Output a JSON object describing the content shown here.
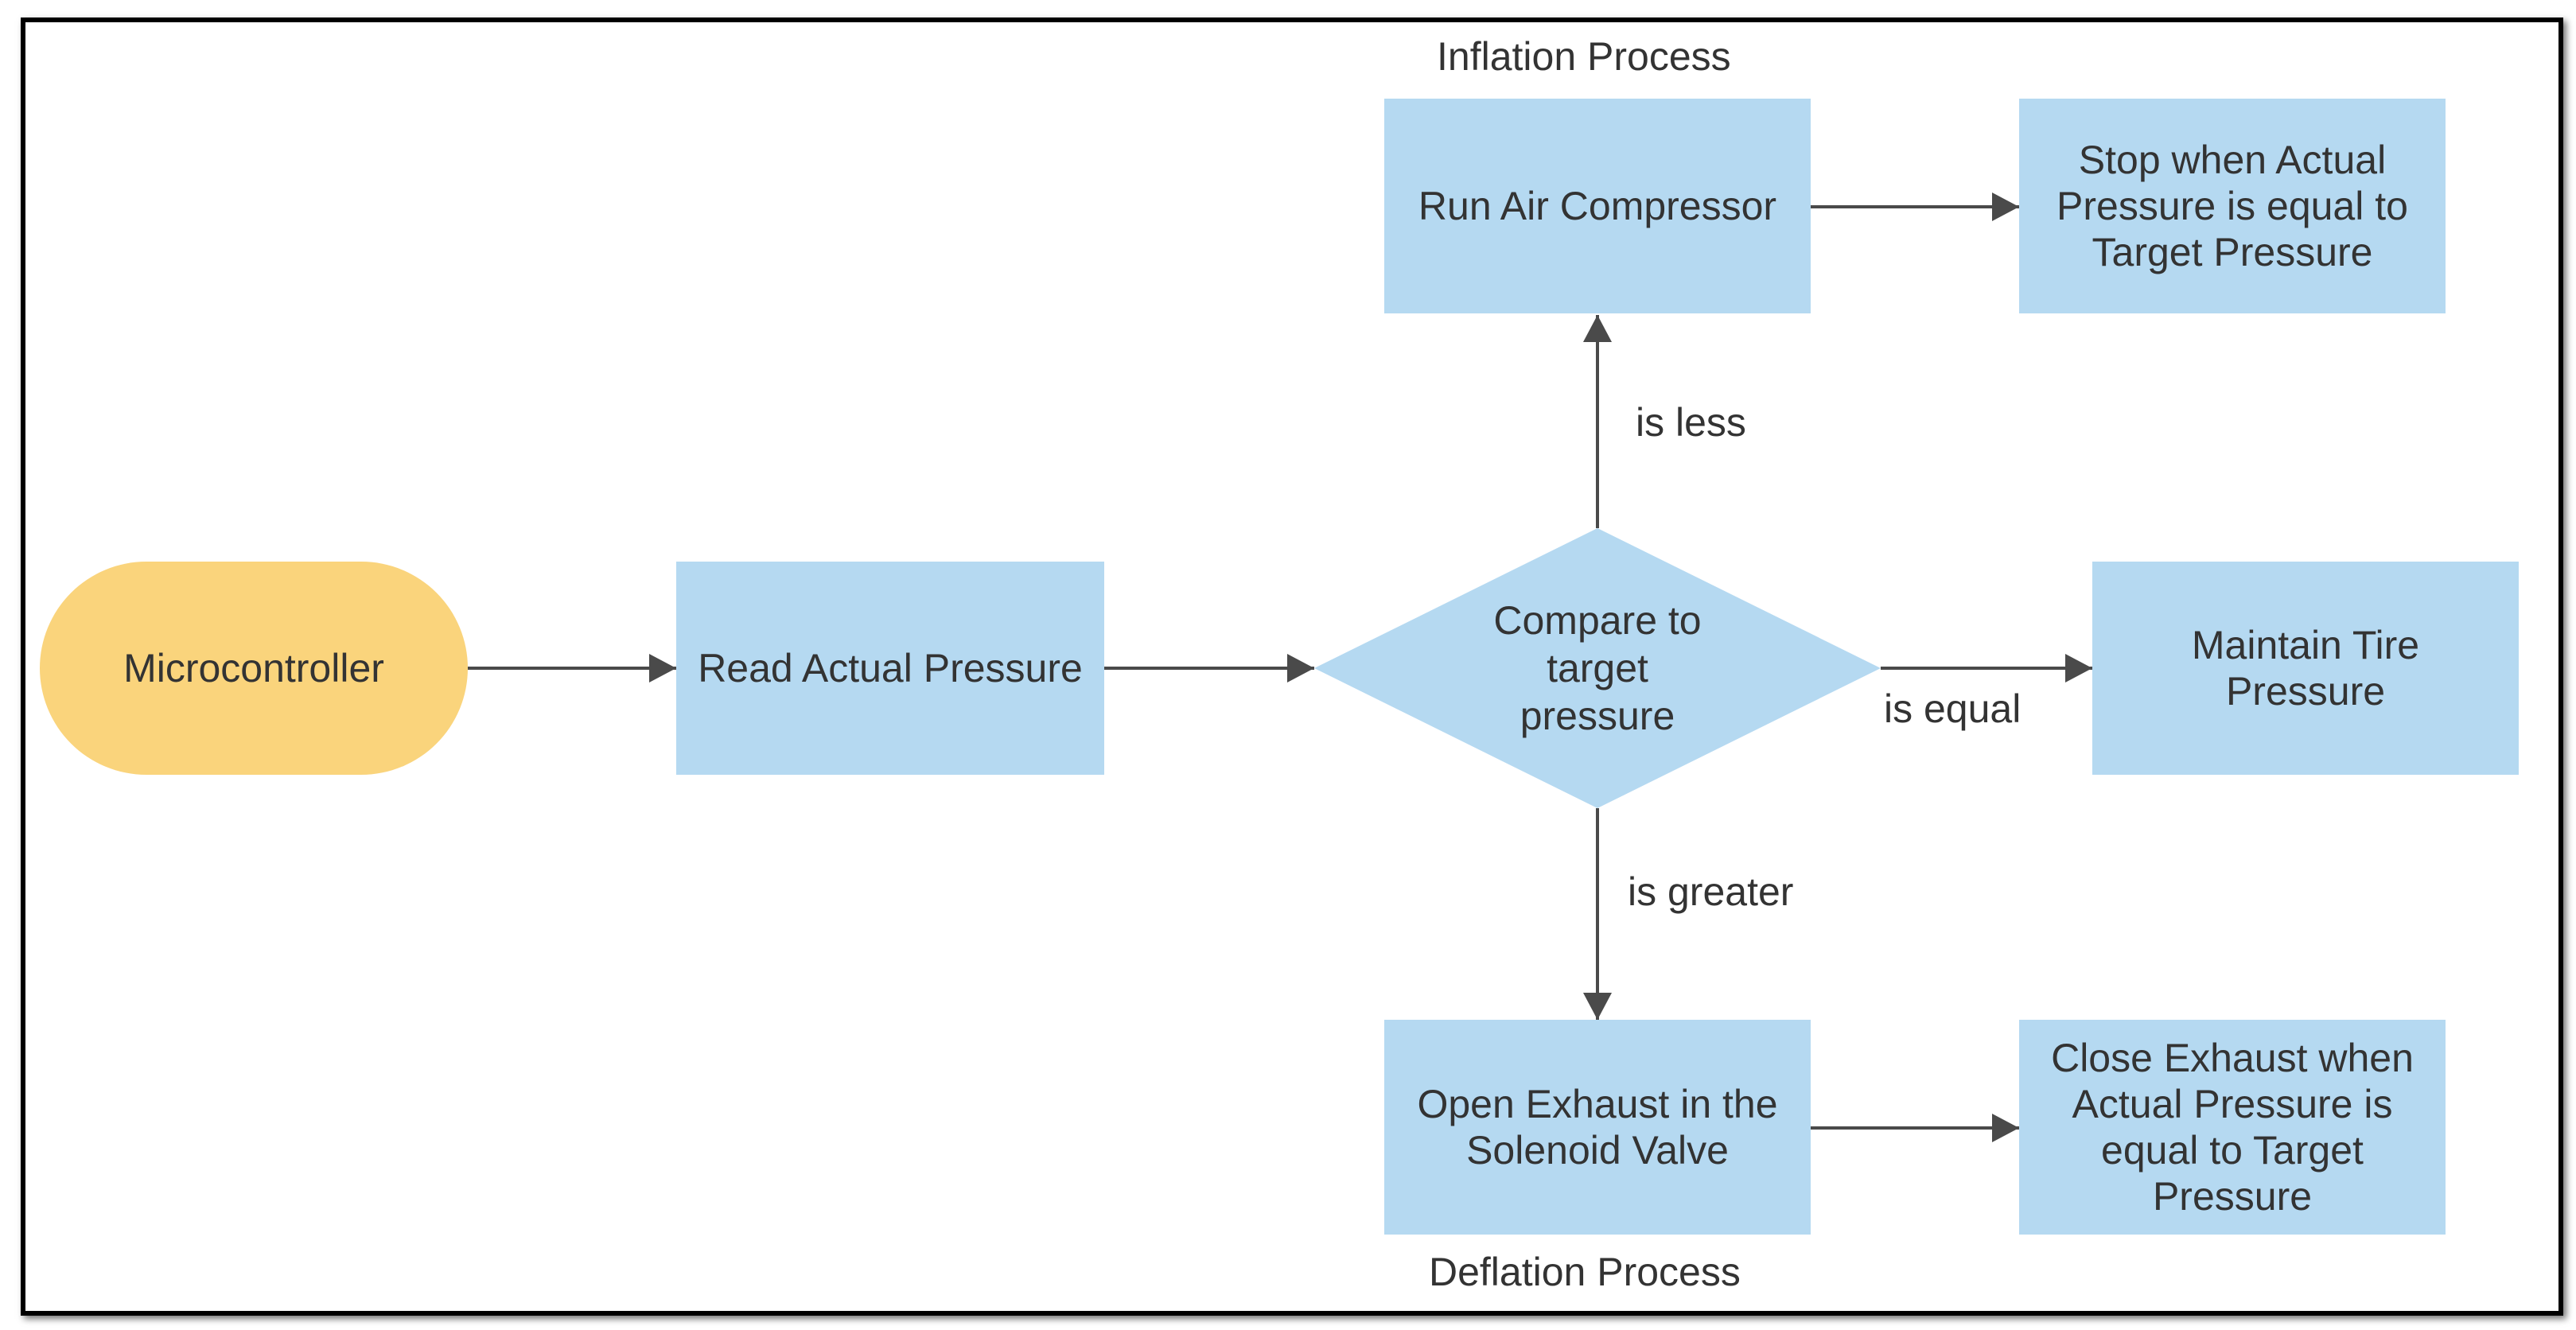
{
  "nodes": {
    "microcontroller": "Microcontroller",
    "read_pressure": "Read Actual Pressure",
    "compare": "Compare to\ntarget\npressure",
    "run_compressor": "Run Air Compressor",
    "stop_inflation": "Stop when Actual Pressure is equal to Target Pressure",
    "maintain": "Maintain Tire Pressure",
    "open_exhaust": "Open Exhaust in the Solenoid Valve",
    "close_exhaust": "Close Exhaust when Actual Pressure is equal to Target Pressure"
  },
  "edge_labels": {
    "is_less": "is less",
    "is_equal": "is equal",
    "is_greater": "is greater"
  },
  "section_labels": {
    "inflation": "Inflation Process",
    "deflation": "Deflation Process"
  },
  "colors": {
    "process_fill": "#b5d9f1",
    "terminal_fill": "#fad47c",
    "decision_fill": "#b5d9f1",
    "connector": "#4a4a4a",
    "frame_border": "#000000"
  }
}
